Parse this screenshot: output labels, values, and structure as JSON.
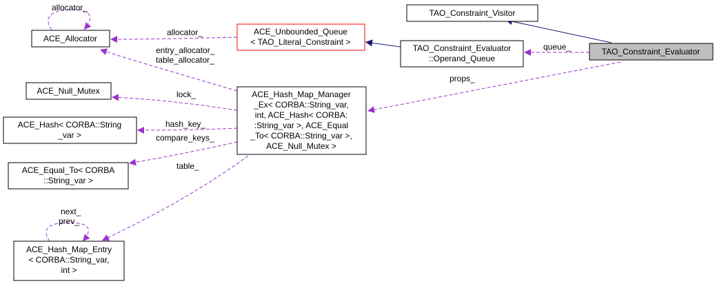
{
  "nodes": {
    "tao_constraint_visitor": {
      "lines": [
        "TAO_Constraint_Visitor"
      ]
    },
    "tao_constraint_evaluator": {
      "lines": [
        "TAO_Constraint_Evaluator"
      ]
    },
    "operand_queue": {
      "lines": [
        "TAO_Constraint_Evaluator",
        "::Operand_Queue"
      ]
    },
    "unbounded_queue": {
      "lines": [
        "ACE_Unbounded_Queue",
        "< TAO_Literal_Constraint >"
      ]
    },
    "ace_allocator": {
      "lines": [
        "ACE_Allocator"
      ]
    },
    "hash_map_manager": {
      "lines": [
        "ACE_Hash_Map_Manager",
        "_Ex< CORBA::String_var,",
        "int, ACE_Hash< CORBA:",
        ":String_var >, ACE_Equal",
        "_To< CORBA::String_var >,",
        "ACE_Null_Mutex >"
      ]
    },
    "ace_null_mutex": {
      "lines": [
        "ACE_Null_Mutex"
      ]
    },
    "ace_hash": {
      "lines": [
        "ACE_Hash< CORBA::String",
        "_var >"
      ]
    },
    "ace_equal_to": {
      "lines": [
        "ACE_Equal_To< CORBA",
        "::String_var >"
      ]
    },
    "hash_map_entry": {
      "lines": [
        "ACE_Hash_Map_Entry",
        "< CORBA::String_var,",
        "int >"
      ]
    }
  },
  "edge_labels": {
    "allocator_self": "allocator_",
    "allocator_queue": "allocator_",
    "entry_allocator": "entry_allocator_",
    "table_allocator": "table_allocator_",
    "queue": "queue_",
    "props": "props_",
    "lock": "lock_",
    "hash_key": "hash_key_",
    "compare_keys": "compare_keys_",
    "table": "table_",
    "next": "next_",
    "prev": "prev_"
  },
  "colors": {
    "usage_edge": "#9a32cd",
    "inheritance_edge": "#191970",
    "template_node_border": "#ff0000",
    "focus_node_fill": "#bfbfbf"
  }
}
